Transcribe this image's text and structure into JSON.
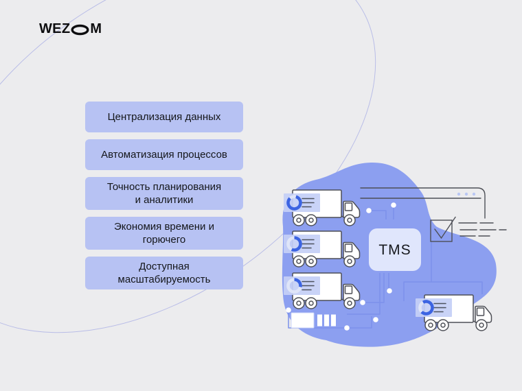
{
  "brand": {
    "word_start": "WEZ",
    "word_end": "M"
  },
  "benefits": [
    {
      "label": "Централизация данных"
    },
    {
      "label": "Автоматизация процессов"
    },
    {
      "label": "Точность планирования\nи аналитики"
    },
    {
      "label": "Экономия времени и\nгорючего"
    },
    {
      "label": "Доступная\nмасштабируемость"
    }
  ],
  "illustration": {
    "tms_label": "TMS"
  },
  "colors": {
    "background": "#ececee",
    "benefit_box": "#b7c2f3",
    "blob": "#8c9ff0",
    "tms_box": "#e0e6fc",
    "circuit_line": "#7d91ea",
    "donut_blue": "#3c64e2",
    "donut_track": "#dfe5f8",
    "card_overlay": "#c5d0f6",
    "outline_dark": "#4d4f56",
    "text_dark": "#14161a",
    "deco_line": "#b8bce7",
    "window_dots": "#b9c7f4"
  }
}
